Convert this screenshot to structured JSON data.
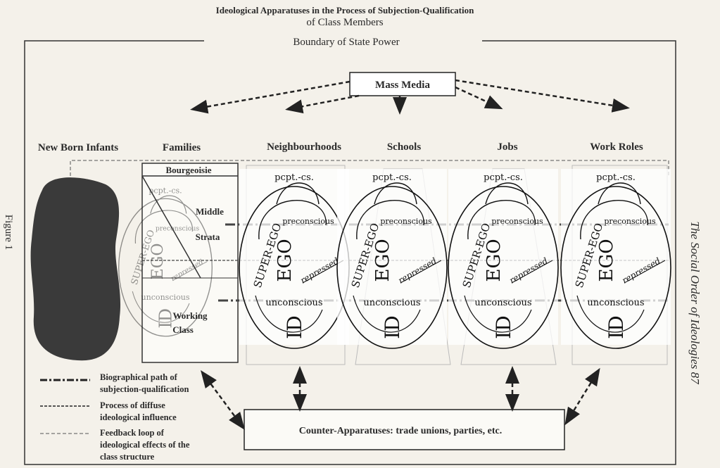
{
  "title": {
    "line1": "Ideological Apparatuses in the Process of Subjection-Qualification",
    "line2": "of Class Members",
    "boundary": "Boundary of State Power"
  },
  "side_labels": {
    "left": "Figure 1",
    "right": "The Social Order of Ideologies   87"
  },
  "mass_media": "Mass Media",
  "counter_apparatuses": "Counter-Apparatuses: trade unions, parties, etc.",
  "columns": [
    "New Born Infants",
    "Families",
    "Neighbourhoods",
    "Schools",
    "Jobs",
    "Work Roles"
  ],
  "class_structure": {
    "top": "Bourgeoisie",
    "middle_1": "Middle",
    "middle_2": "Strata",
    "bottom_1": "Working",
    "bottom_2": "Class"
  },
  "psyche": {
    "pcpt": "pcpt.-cs.",
    "preconscious": "preconscious",
    "super_ego": "SUPER-EGO",
    "ego": "EGO",
    "repressed": "repressed",
    "unconscious": "unconscious",
    "id": "ID"
  },
  "legend": [
    {
      "style": "dash-dot-thick",
      "line1": "Biographical path of",
      "line2": "subjection-qualification",
      "line3": ""
    },
    {
      "style": "dashed",
      "line1": "Process of diffuse",
      "line2": "ideological influence",
      "line3": ""
    },
    {
      "style": "thin-dashed",
      "line1": "Feedback loop of",
      "line2": "ideological effects of the",
      "line3": "class structure"
    }
  ],
  "colors": {
    "paper": "#f4f1ea",
    "ink": "#2a2a2a",
    "infant_blob": "#3a3a3a"
  }
}
